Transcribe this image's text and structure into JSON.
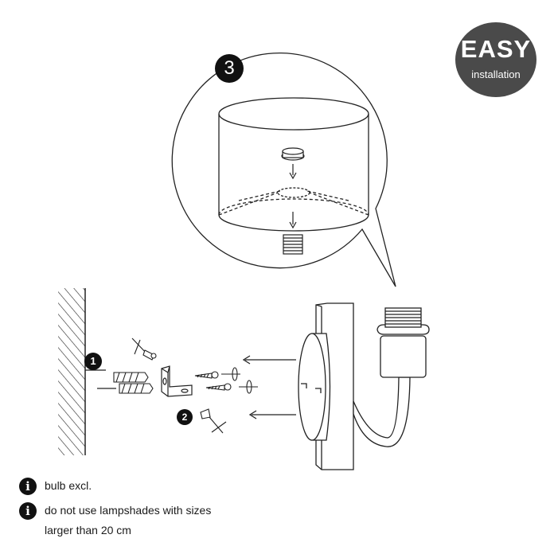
{
  "badge": {
    "title": "EASY",
    "subtitle": "installation"
  },
  "steps": {
    "s1": "1",
    "s2": "2",
    "s3": "3"
  },
  "notes": {
    "bulb": "bulb excl.",
    "shade_line1": "do not use lampshades with sizes",
    "shade_line2": "larger than 20 cm"
  },
  "icons": {
    "info": "info-icon"
  },
  "colors": {
    "badge": "#4a4a4a",
    "ink": "#111111"
  }
}
